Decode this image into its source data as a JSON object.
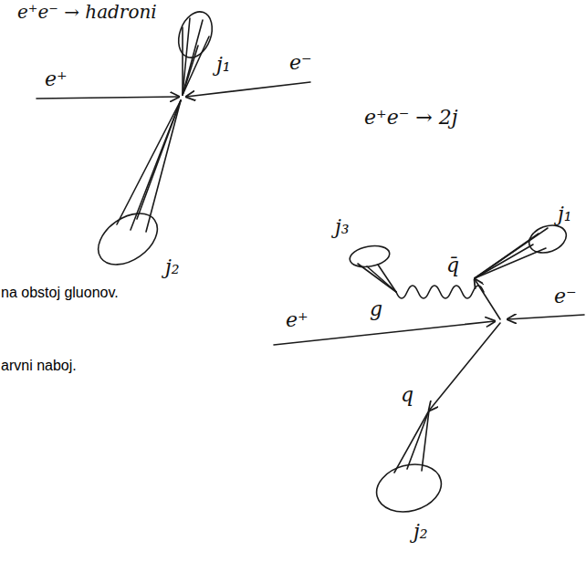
{
  "diagram": {
    "labels": [
      "e⁺e⁻ → hadroni",
      "j₁",
      "e⁺",
      "e⁻",
      "e⁺e⁻ → 2j",
      "j₂",
      "na obstoj gluonov.",
      "arvni naboj.",
      "j₃",
      "j₁",
      "g",
      "q̄",
      "e⁺",
      "e⁻",
      "q",
      "j₂"
    ]
  }
}
